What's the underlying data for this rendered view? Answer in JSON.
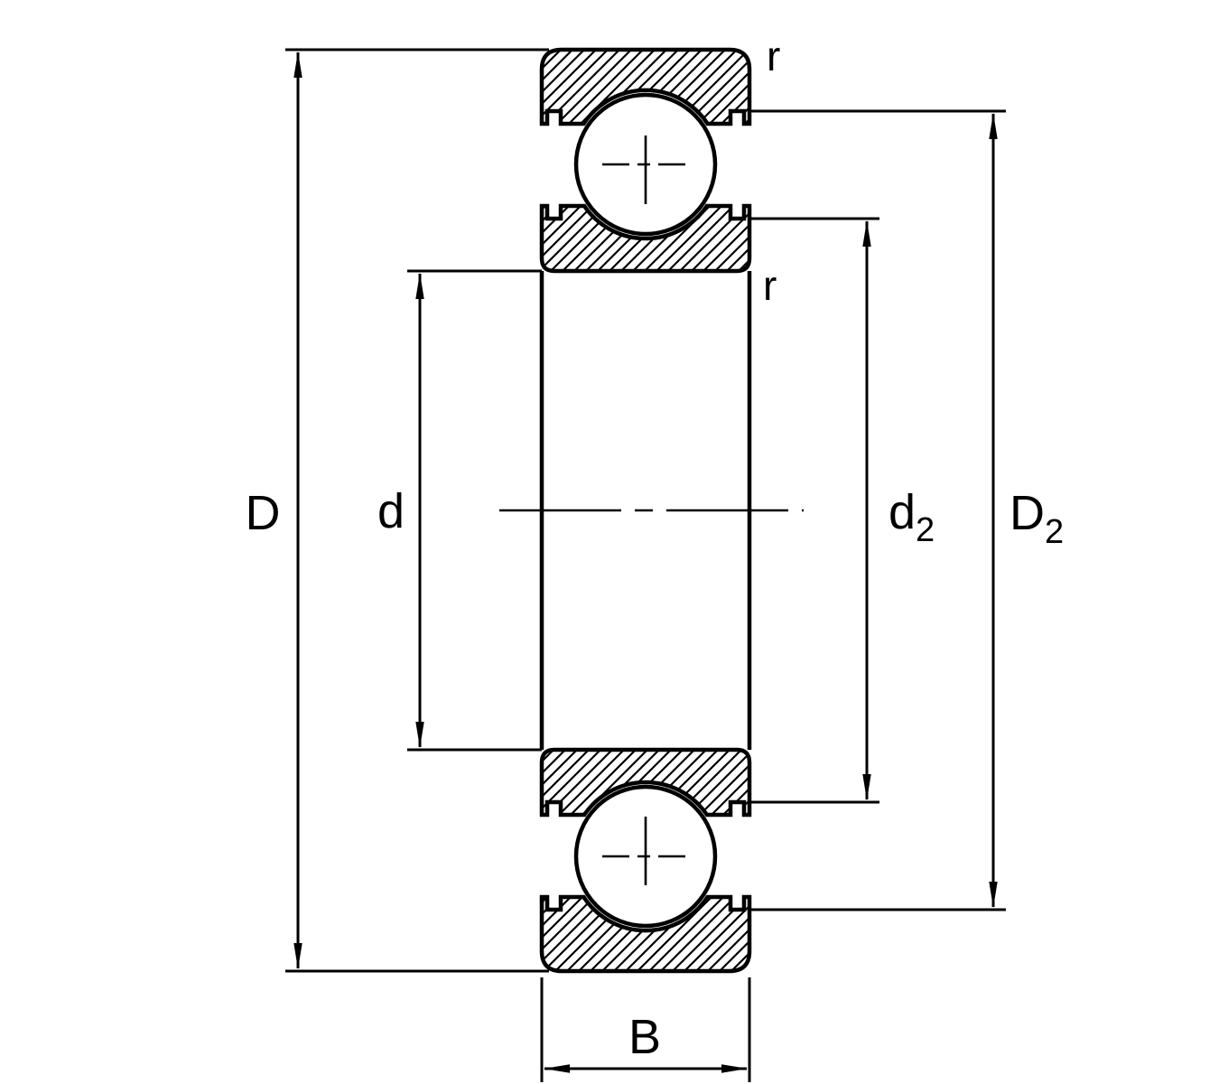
{
  "labels": {
    "D": "D",
    "d": "d",
    "d2": {
      "base": "d",
      "sub": "2"
    },
    "D2": {
      "base": "D",
      "sub": "2"
    },
    "B": "B",
    "r_outer": "r",
    "r_inner": "r"
  },
  "colors": {
    "line": "#000000",
    "background": "#ffffff"
  }
}
